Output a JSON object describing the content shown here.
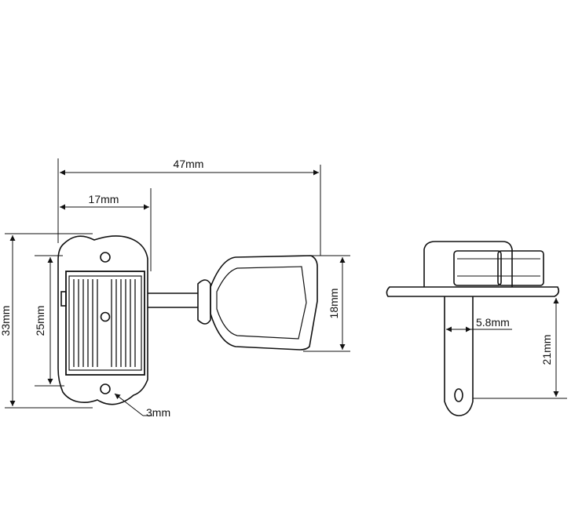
{
  "dimensions": {
    "overall_length": "47mm",
    "housing_width": "17mm",
    "plate_height": "33mm",
    "housing_height": "25mm",
    "button_height": "18mm",
    "hole_diameter": "3mm",
    "post_diameter": "5.8mm",
    "post_length": "21mm"
  }
}
